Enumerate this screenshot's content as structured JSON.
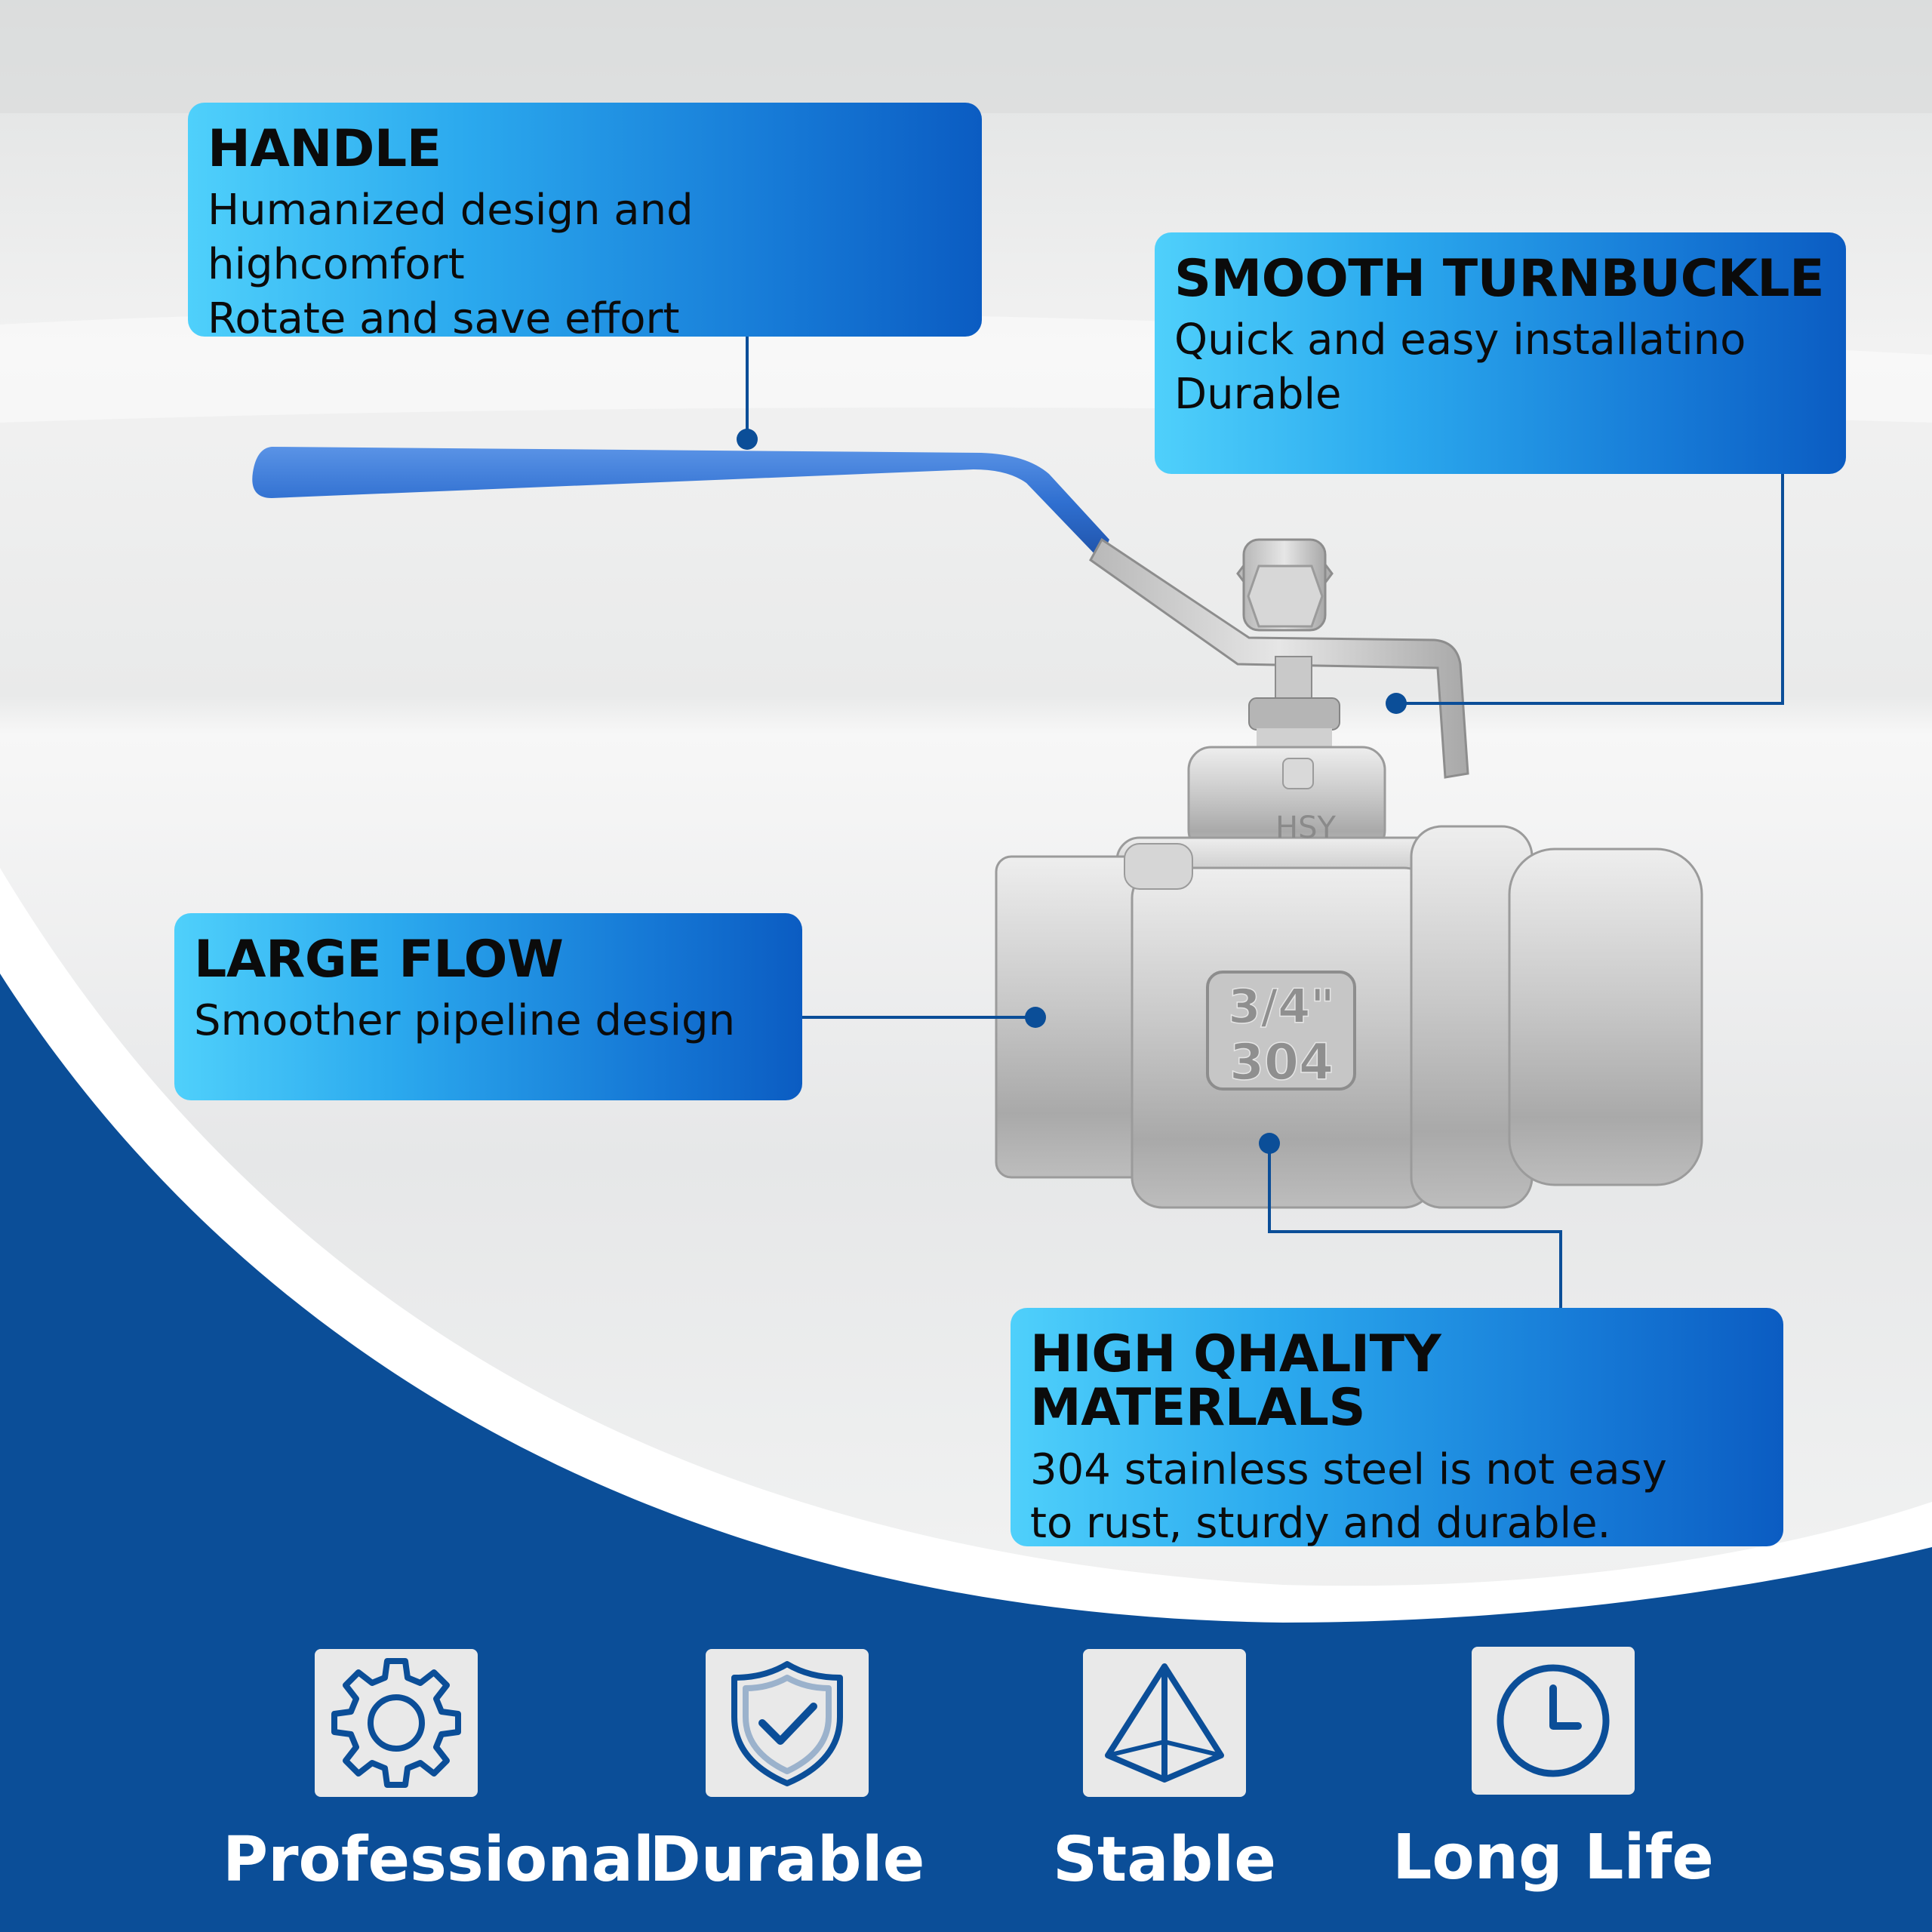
{
  "callouts": {
    "handle": {
      "title": "HANDLE",
      "lines": [
        "Humanized design and highcomfort",
        "Rotate and save effort"
      ]
    },
    "turnbuckle": {
      "title": "SMOOTH TURNBUCKLE",
      "lines": [
        "Quick and easy installatino",
        "Durable"
      ]
    },
    "flow": {
      "title": "LARGE FLOW",
      "lines": [
        "Smoother pipeline design"
      ]
    },
    "materials": {
      "title": "HIGH QHALITY MATERLALS",
      "lines": [
        "304 stainless steel is not easy",
        "to rust, sturdy and durable."
      ]
    }
  },
  "product_markings": {
    "brand": "HSY",
    "size": "3/4\"",
    "grade": "304"
  },
  "features": [
    {
      "label": "Professional",
      "icon": "gear-icon"
    },
    {
      "label": "Durable",
      "icon": "shield-check-icon"
    },
    {
      "label": "Stable",
      "icon": "pyramid-icon"
    },
    {
      "label": "Long Life",
      "icon": "clock-icon"
    }
  ],
  "colors": {
    "brand_blue": "#0b4e98",
    "callout_light": "#4fd0fb",
    "callout_dark": "#0b5cc2",
    "handle_blue": "#2f6fd0"
  }
}
